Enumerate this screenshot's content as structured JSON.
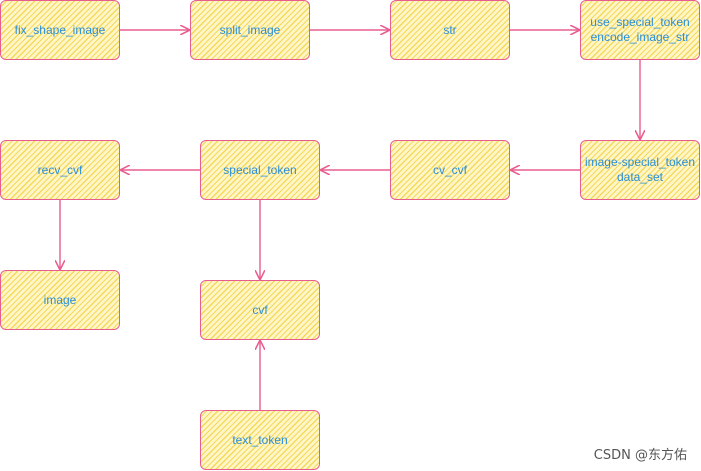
{
  "colors": {
    "border": "#e85d8f",
    "fill_hatch": "#f4d448",
    "fill_bg": "#fff6c8",
    "text": "#2b8fd6",
    "edge": "#e85d8f"
  },
  "nodes": {
    "fix_shape_image": {
      "lines": [
        "fix_shape_image"
      ]
    },
    "split_image": {
      "lines": [
        "split_image"
      ]
    },
    "str": {
      "lines": [
        "str"
      ]
    },
    "use_special_token": {
      "lines": [
        "use_special_token",
        "encode_image_str"
      ]
    },
    "image_special_token": {
      "lines": [
        "image-special_token",
        "data_set"
      ]
    },
    "cv_cvf": {
      "lines": [
        "cv_cvf"
      ]
    },
    "special_token": {
      "lines": [
        "special_token"
      ]
    },
    "recv_cvf": {
      "lines": [
        "recv_cvf"
      ]
    },
    "image": {
      "lines": [
        "image"
      ]
    },
    "cvf": {
      "lines": [
        "cvf"
      ]
    },
    "text_token": {
      "lines": [
        "text_token"
      ]
    }
  },
  "edges": [
    {
      "from": "fix_shape_image",
      "to": "split_image"
    },
    {
      "from": "split_image",
      "to": "str"
    },
    {
      "from": "str",
      "to": "use_special_token"
    },
    {
      "from": "use_special_token",
      "to": "image_special_token"
    },
    {
      "from": "image_special_token",
      "to": "cv_cvf"
    },
    {
      "from": "cv_cvf",
      "to": "special_token"
    },
    {
      "from": "special_token",
      "to": "recv_cvf"
    },
    {
      "from": "recv_cvf",
      "to": "image"
    },
    {
      "from": "special_token",
      "to": "cvf"
    },
    {
      "from": "text_token",
      "to": "cvf"
    }
  ],
  "watermark": "CSDN @东方佑"
}
